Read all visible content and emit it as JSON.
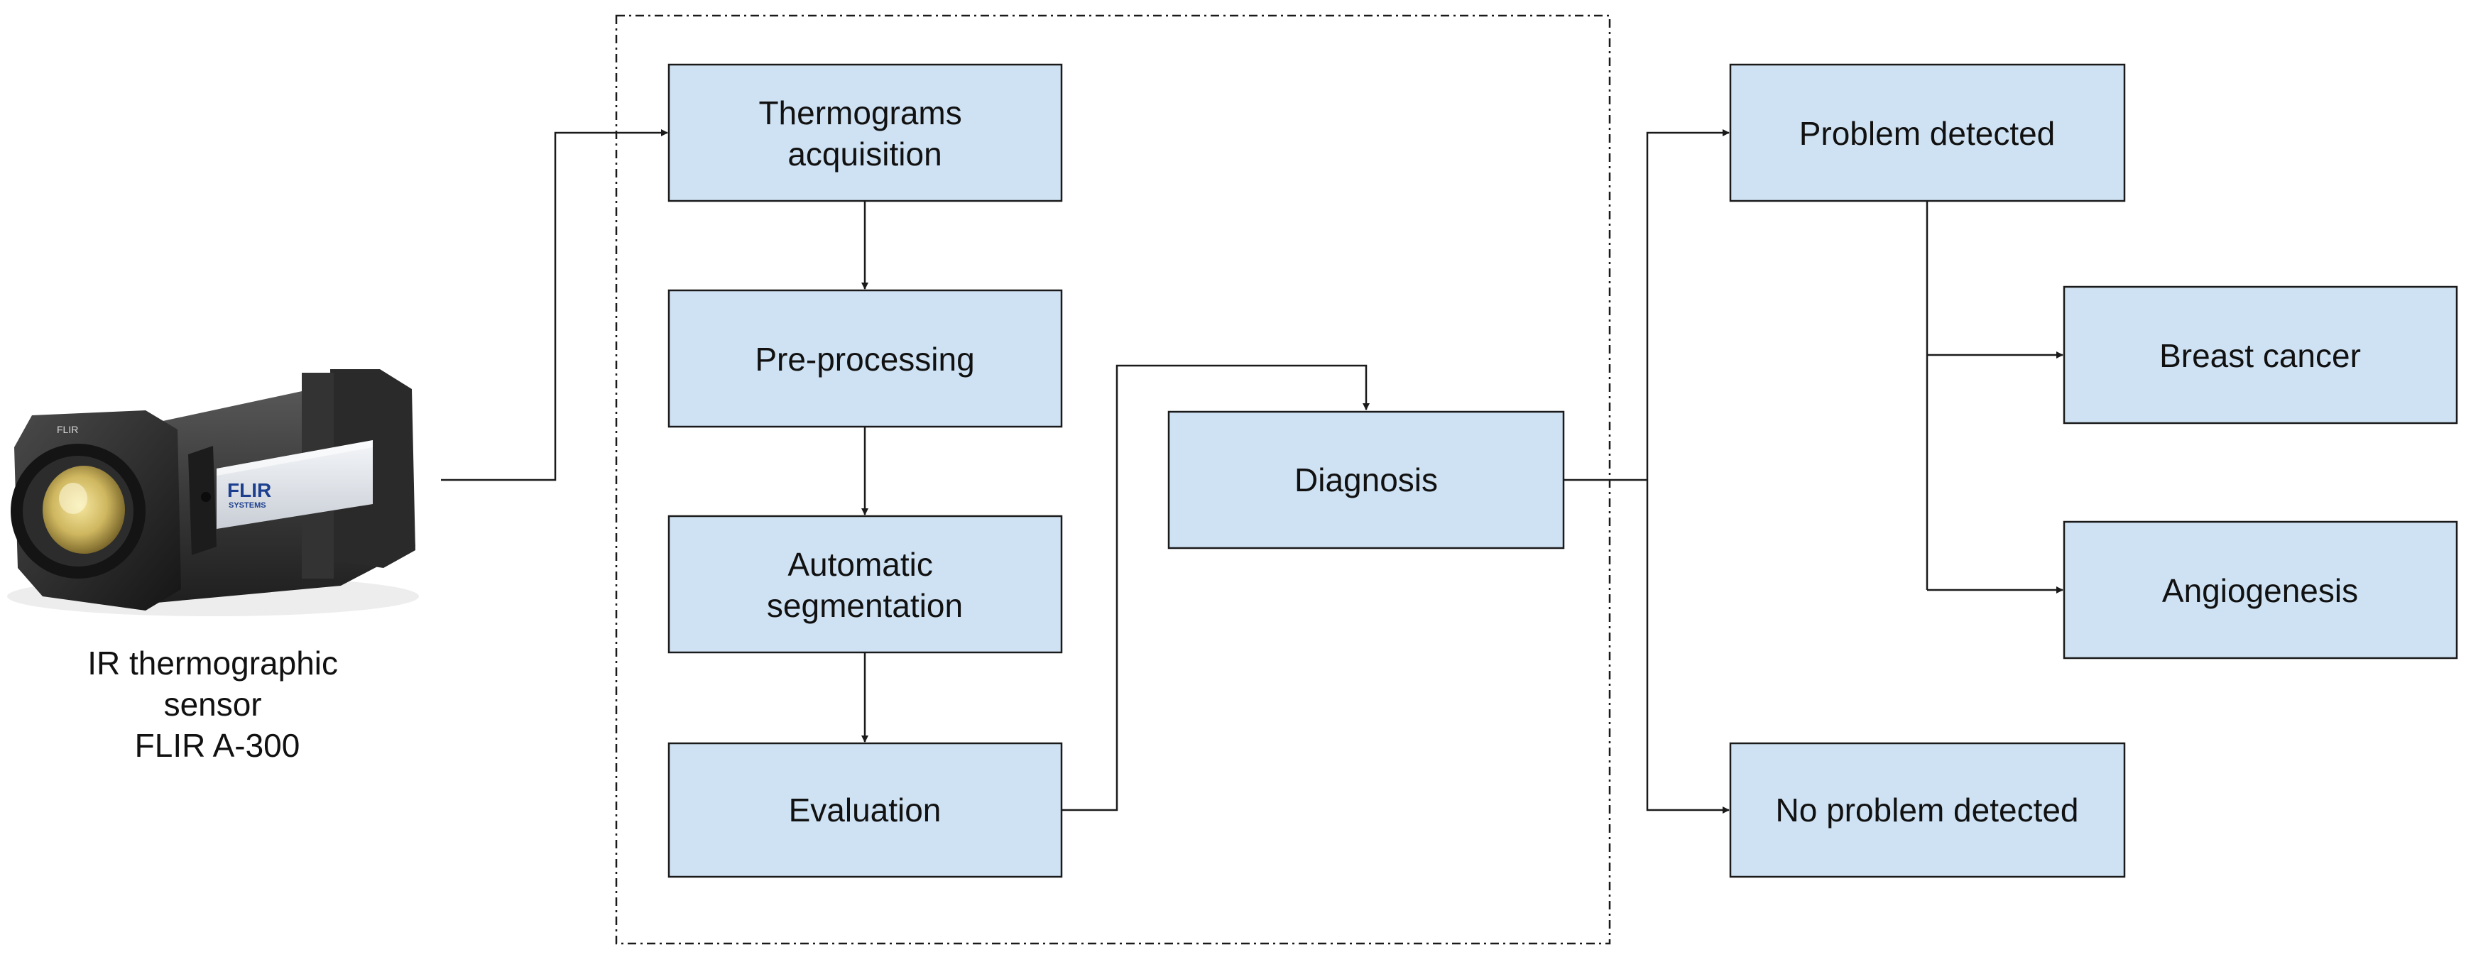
{
  "sensor": {
    "label_lines": [
      "IR thermographic",
      "sensor",
      "FLIR A-300"
    ],
    "brand_text": "FLIR",
    "brand_subtext": "SYSTEMS",
    "top_brand": "FLIR"
  },
  "pipeline": {
    "acquisition": [
      "Thermograms",
      "acquisition"
    ],
    "preprocessing": [
      "Pre-processing"
    ],
    "segmentation": [
      "Automatic",
      "segmentation"
    ],
    "evaluation": [
      "Evaluation"
    ],
    "diagnosis": [
      "Diagnosis"
    ]
  },
  "outcomes": {
    "problem_detected": [
      "Problem detected"
    ],
    "no_problem_detected": [
      "No problem detected"
    ],
    "breast_cancer": [
      "Breast cancer"
    ],
    "angiogenesis": [
      "Angiogenesis"
    ]
  }
}
